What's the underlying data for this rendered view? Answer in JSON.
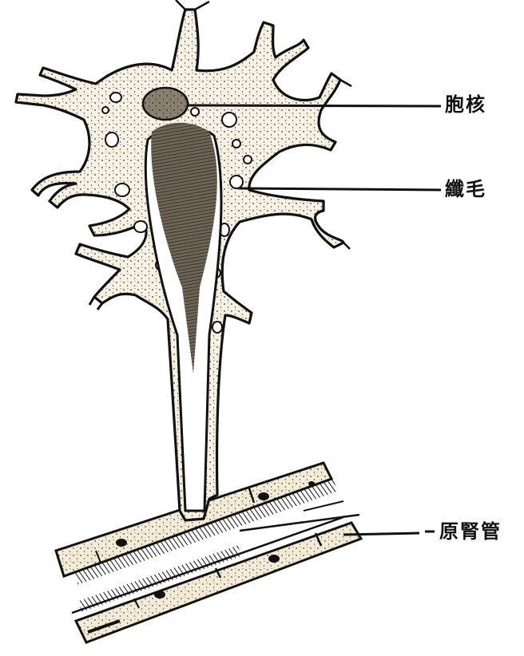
{
  "labels": {
    "cell_body": "胞核",
    "cilia": "纖毛",
    "tubule": "原腎管"
  },
  "colors": {
    "ink": "#111111",
    "cell_fill": "#f6f1e3",
    "tube_fill": "#efe6cf",
    "background": "#ffffff"
  }
}
